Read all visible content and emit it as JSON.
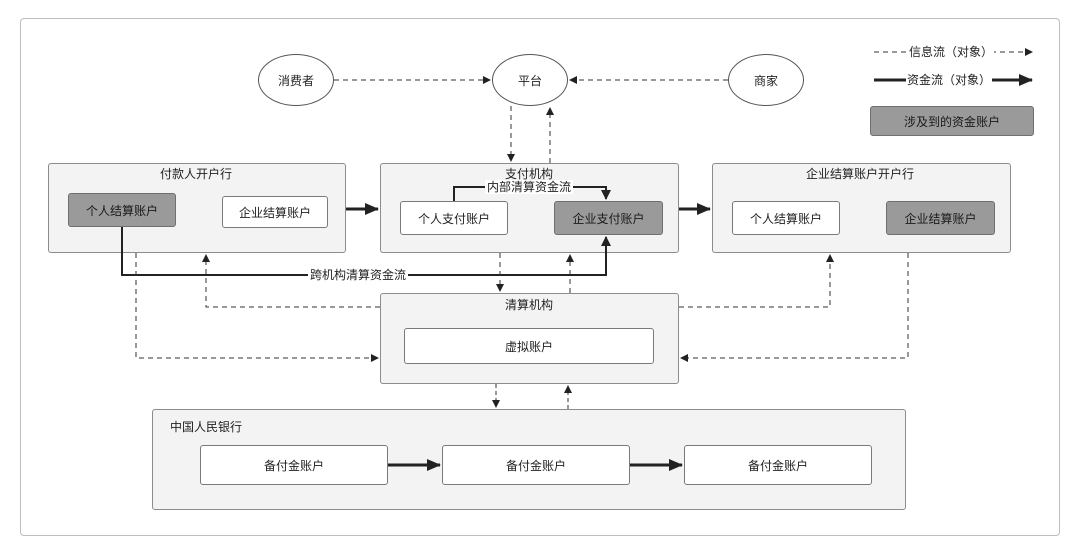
{
  "nodes": {
    "consumer": "消费者",
    "platform": "平台",
    "merchant": "商家"
  },
  "groups": {
    "payer_bank": {
      "title": "付款人开户行",
      "personal_account": "个人结算账户",
      "enterprise_account": "企业结算账户"
    },
    "payment_institution": {
      "title": "支付机构",
      "personal_account": "个人支付账户",
      "enterprise_account": "企业支付账户"
    },
    "enterprise_bank": {
      "title": "企业结算账户开户行",
      "personal_account": "个人结算账户",
      "enterprise_account": "企业结算账户"
    },
    "clearing": {
      "title": "清算机构",
      "virtual_account": "虚拟账户"
    },
    "pboc": {
      "title": "中国人民银行",
      "reserve_accounts": [
        "备付金账户",
        "备付金账户",
        "备付金账户"
      ]
    }
  },
  "flows": {
    "internal_clearing": "内部清算资金流",
    "cross_clearing": "跨机构清算资金流"
  },
  "legend": {
    "info_flow": "信息流（对象）",
    "fund_flow": "资金流（对象）",
    "involved_accounts": "涉及到的资金账户"
  },
  "colors": {
    "group_fill": "#f3f3f3",
    "dark_account_fill": "#9a9a9a",
    "line": "#222222"
  }
}
